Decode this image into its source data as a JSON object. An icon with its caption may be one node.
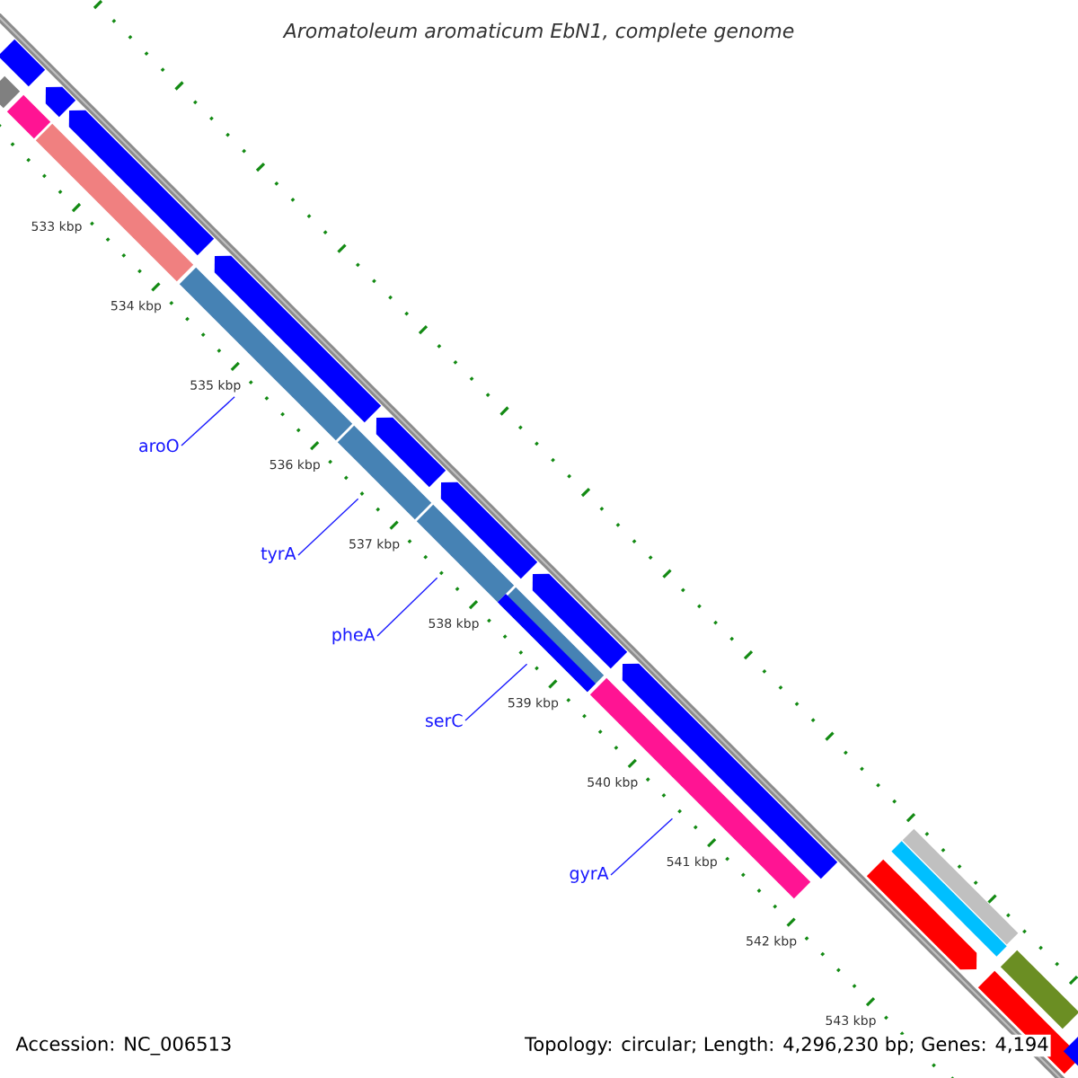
{
  "diagram": {
    "title": "Aromatoleum aromaticum EbN1, complete genome",
    "nodes": [
      {
        "text": [
          "aroO"
        ]
      },
      {
        "text": [
          "tyrA"
        ]
      },
      {
        "text": [
          "pheA"
        ]
      },
      {
        "text": [
          "serC"
        ]
      },
      {
        "text": [
          "gyrA"
        ]
      },
      {
        "text": [],
        "shape": "bar"
      },
      {
        "text": [],
        "shape": "bar"
      },
      {
        "text": [],
        "shape": "bar"
      },
      {
        "text": [],
        "shape": "bar"
      },
      {
        "text": [],
        "shape": "bar"
      },
      {
        "text": [],
        "shape": "bar"
      },
      {
        "text": [],
        "shape": "arrow"
      },
      {
        "text": [],
        "shape": "arrow"
      },
      {
        "text": [],
        "shape": "arrow"
      },
      {
        "text": [],
        "shape": "arrow"
      },
      {
        "text": [],
        "shape": "arrow"
      },
      {
        "text": [],
        "shape": "arrow"
      },
      {
        "text": [],
        "shape": "arrow"
      },
      {
        "text": [],
        "shape": "bar"
      },
      {
        "text": [],
        "shape": "bar"
      },
      {
        "text": [],
        "shape": "bar"
      },
      {
        "text": [],
        "shape": "bar"
      },
      {
        "text": [],
        "shape": "arrow"
      },
      {
        "text": [],
        "shape": "bar"
      },
      {
        "text": [],
        "shape": "bar"
      },
      {
        "text": [],
        "shape": "bar"
      },
      {
        "text": [],
        "shape": "bar"
      },
      {
        "text": [],
        "shape": "bar"
      }
    ],
    "edges": [
      {
        "from": 0,
        "to": 5,
        "arrow": "none"
      },
      {
        "from": 1,
        "to": 6,
        "arrow": "none"
      },
      {
        "from": 2,
        "to": 7,
        "arrow": "none"
      },
      {
        "from": 3,
        "to": 8,
        "arrow": "none"
      },
      {
        "from": 4,
        "to": 9,
        "arrow": "none"
      }
    ],
    "labels": [
      "533 kbp",
      "534 kbp",
      "535 kbp",
      "536 kbp",
      "537 kbp",
      "538 kbp",
      "539 kbp",
      "540 kbp",
      "541 kbp",
      "542 kbp",
      "543 kbp",
      "Accession: NC_006513",
      "Topology: circular; Length: 4,296,230 bp; Genes: 4,194"
    ]
  }
}
